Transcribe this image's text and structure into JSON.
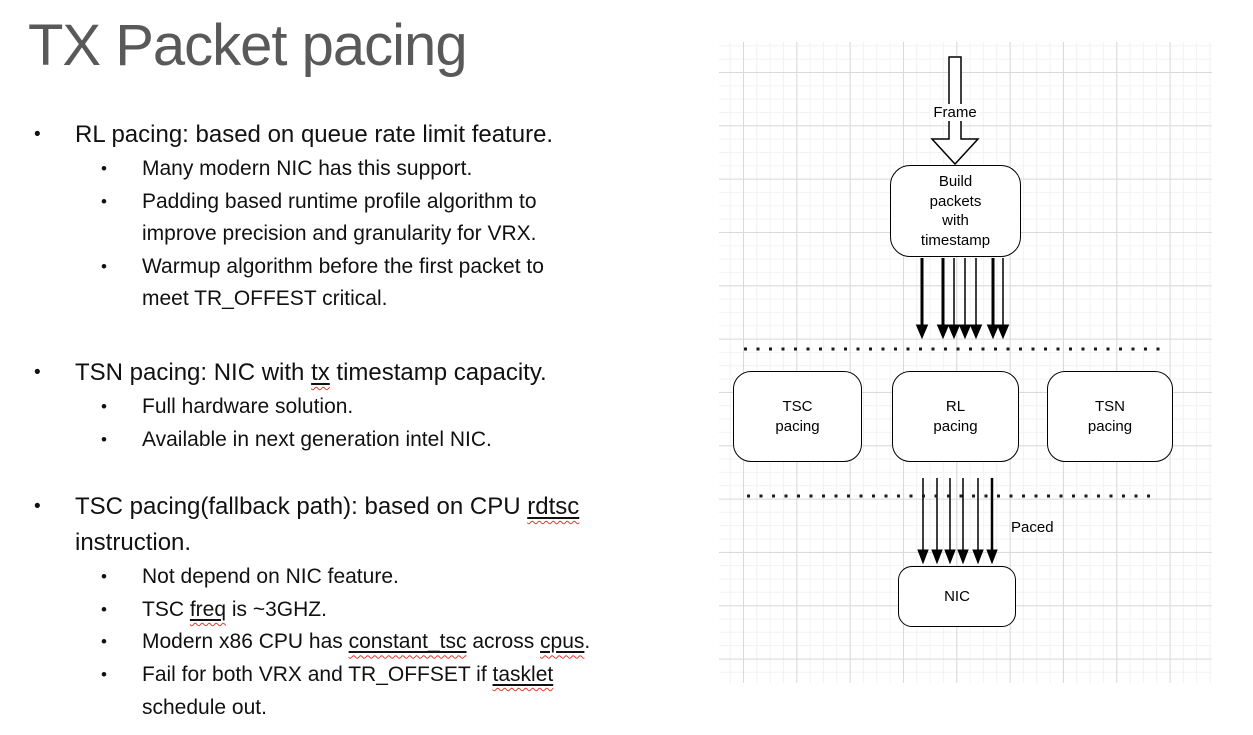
{
  "slide": {
    "title": "TX Packet pacing",
    "bullet_char": "•",
    "lines": [
      {
        "seg": [
          {
            "t": "RL pacing: based on queue rate limit feature."
          }
        ]
      },
      {
        "seg": [
          {
            "t": "Many modern NIC has this support."
          }
        ]
      },
      {
        "seg": [
          {
            "t": "Padding based runtime profile algorithm to"
          }
        ]
      },
      {
        "seg": [
          {
            "t": "improve precision and granularity for VRX."
          }
        ]
      },
      {
        "seg": [
          {
            "t": "Warmup algorithm before the first packet to"
          }
        ]
      },
      {
        "seg": [
          {
            "t": "meet TR_OFFEST critical."
          }
        ]
      },
      {
        "seg": [
          {
            "t": "TSN pacing: NIC with "
          },
          {
            "t": "tx",
            "term": true
          },
          {
            "t": " timestamp capacity."
          }
        ]
      },
      {
        "seg": [
          {
            "t": "Full hardware solution."
          }
        ]
      },
      {
        "seg": [
          {
            "t": "Available in next generation intel NIC."
          }
        ]
      },
      {
        "seg": [
          {
            "t": "TSC pacing(fallback path): based on CPU "
          },
          {
            "t": "rdtsc",
            "term": true
          }
        ]
      },
      {
        "seg": [
          {
            "t": "instruction."
          }
        ]
      },
      {
        "seg": [
          {
            "t": "Not depend on NIC feature."
          }
        ]
      },
      {
        "seg": [
          {
            "t": "TSC "
          },
          {
            "t": "freq",
            "term": true
          },
          {
            "t": " is ~3GHZ."
          }
        ]
      },
      {
        "seg": [
          {
            "t": "Modern x86 CPU has "
          },
          {
            "t": "constant_tsc",
            "term": true
          },
          {
            "t": " across "
          },
          {
            "t": "cpus",
            "term": true
          },
          {
            "t": "."
          }
        ]
      },
      {
        "seg": [
          {
            "t": "Fail for both VRX and TR_OFFSET if "
          },
          {
            "t": "tasklet",
            "term": true
          }
        ]
      },
      {
        "seg": [
          {
            "t": "schedule out."
          }
        ]
      }
    ]
  },
  "diagram": {
    "frame_label": "Frame",
    "build_box": "Build\npackets\nwith\ntimestamp",
    "tsc_box": "TSC\npacing",
    "rl_box": "RL\npacing",
    "tsn_box": "TSN\npacing",
    "paced_label": "Paced",
    "nic_box": "NIC"
  },
  "colors": {
    "title": "#595959",
    "body_text": "#111111",
    "shape_stroke": "#000000",
    "spellcheck_squiggle": "#dd3b2f",
    "grid_major": "#d9d9d9",
    "grid_minor": "#f2f2f2"
  }
}
